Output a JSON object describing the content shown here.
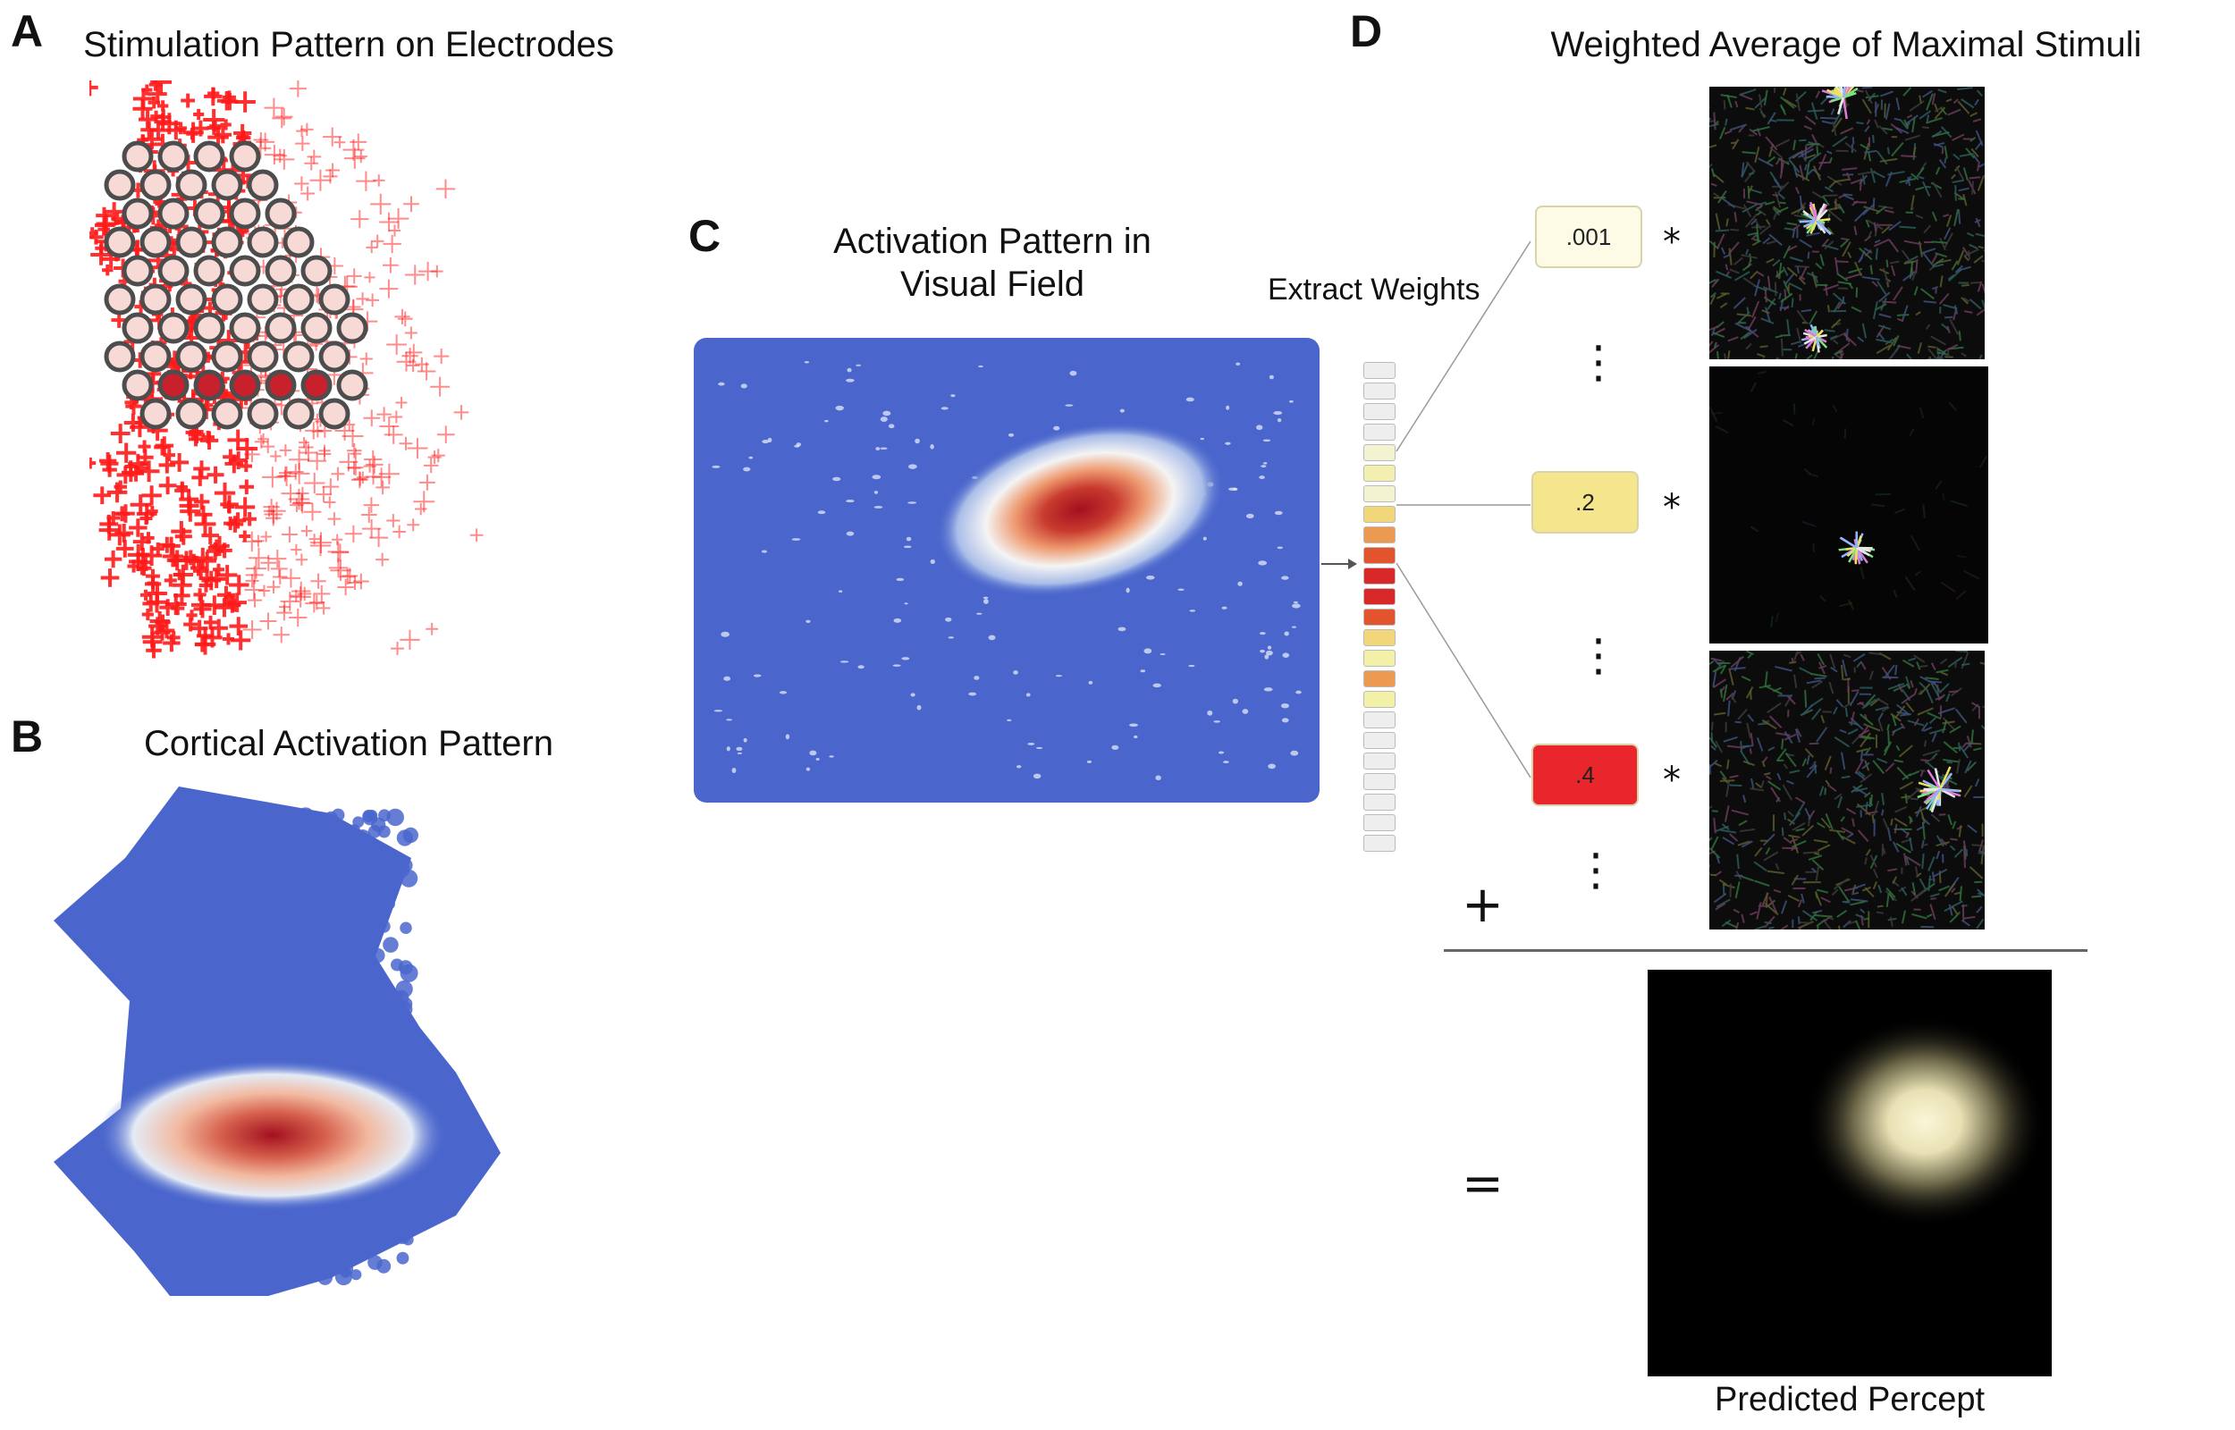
{
  "panels": {
    "a": {
      "letter": "A",
      "title": "Stimulation Pattern on Electrodes"
    },
    "b": {
      "letter": "B",
      "title": "Cortical Activation Pattern"
    },
    "c": {
      "letter": "C",
      "title_line1": "Activation Pattern in",
      "title_line2": "Visual Field"
    },
    "d": {
      "letter": "D",
      "title": "Weighted Average of Maximal Stimuli"
    }
  },
  "extract_label": "Extract Weights",
  "weights": [
    {
      "value": ".001",
      "color": "#fdfbe6"
    },
    {
      "value": ".2",
      "color": "#f5e58c"
    },
    {
      "value": ".4",
      "color": "#e8262b"
    }
  ],
  "weight_bar_colors": [
    "#eeeeee",
    "#eeeeee",
    "#eeeeee",
    "#eeeeee",
    "#f3f3d2",
    "#f2efb0",
    "#f3f3d2",
    "#f2d67a",
    "#ec9a52",
    "#e2542e",
    "#d9282a",
    "#d9282a",
    "#e2542e",
    "#f2d67a",
    "#f3f0a8",
    "#ec9a52",
    "#f3f0a8",
    "#eeeeee",
    "#eeeeee",
    "#eeeeee",
    "#eeeeee",
    "#eeeeee",
    "#eeeeee",
    "#eeeeee"
  ],
  "operators": {
    "multiply": "*",
    "dots": "⋮",
    "plus": "+",
    "equals": "="
  },
  "result_label": "Predicted Percept"
}
